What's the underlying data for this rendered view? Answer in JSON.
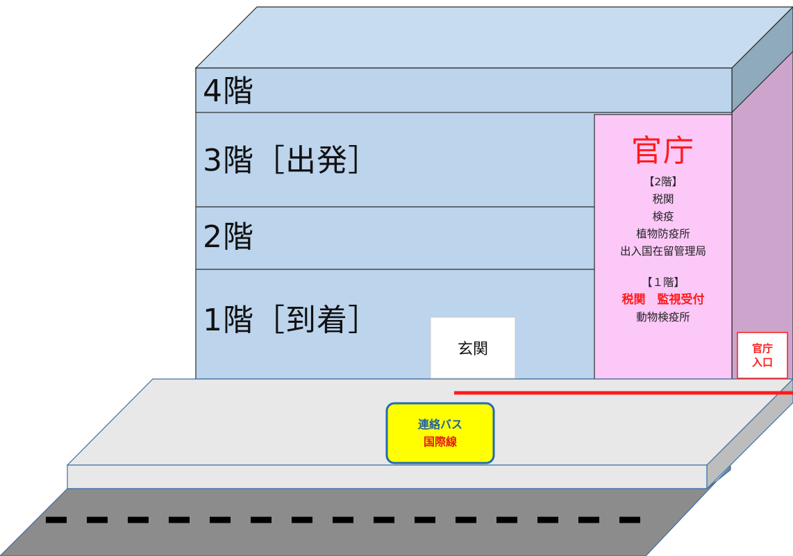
{
  "floors": {
    "f4": "4階",
    "f3": "3階［出発］",
    "f2": "2階",
    "f1": "1階［到着］"
  },
  "government": {
    "title": "官庁",
    "floor2_header": "【2階】",
    "floor2_items": [
      "税関",
      "検疫",
      "植物防疫所",
      "出入国在留管理局"
    ],
    "floor1_header": "【１階】",
    "floor1_highlight": "税関　監視受付",
    "floor1_items": [
      "動物検疫所"
    ]
  },
  "entrance": "玄関",
  "gov_entrance": {
    "line1": "官庁",
    "line2": "入口"
  },
  "bus_sign": {
    "line1": "連絡バス",
    "line2": "国際線"
  },
  "colors": {
    "building_face": "#bcd4ec",
    "building_top": "#c8dcf0",
    "government_face": "#fbc8f8",
    "side_wall": "#cca4cc",
    "platform_top": "#e8e8e8",
    "road": "#8c8c8c",
    "accent_red": "#ff1a1a",
    "bus_sign_bg": "#ffff00",
    "bus_sign_border": "#1f6bb5"
  }
}
